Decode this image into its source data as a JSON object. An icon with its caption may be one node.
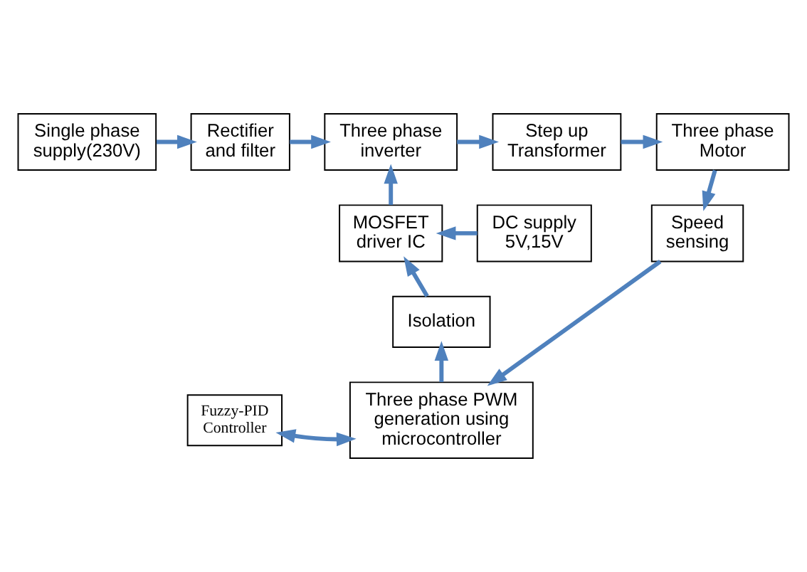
{
  "diagram": {
    "nodes": [
      {
        "text": [
          "Single phase supply(230V)"
        ]
      },
      {
        "text": [
          "Rectifier and filter"
        ]
      },
      {
        "text": [
          "Three phase inverter"
        ]
      },
      {
        "text": [
          "Step up Transformer"
        ]
      },
      {
        "text": [
          "Three phase Motor"
        ]
      },
      {
        "text": [
          "MOSFET driver IC"
        ]
      },
      {
        "text": [
          "Speed sensing"
        ]
      },
      {
        "text": [
          "Fuzzy-PID Controller"
        ]
      },
      {
        "text": [
          "DC supply 5V,15V"
        ]
      },
      {
        "text": [
          "Isolation"
        ]
      },
      {
        "text": [
          "Three phase PWM generation using microcontroller"
        ]
      }
    ],
    "edges": [
      {
        "from": 0,
        "to": 1,
        "arrow": "to"
      },
      {
        "from": 1,
        "to": 2,
        "arrow": "to"
      },
      {
        "from": 2,
        "to": 3,
        "arrow": "to"
      },
      {
        "from": 3,
        "to": 4,
        "arrow": "to"
      },
      {
        "from": 4,
        "to": 6,
        "arrow": "to"
      },
      {
        "from": 5,
        "to": 2,
        "arrow": "to"
      },
      {
        "from": 8,
        "to": 5,
        "arrow": "to"
      },
      {
        "from": 9,
        "to": 5,
        "arrow": "to"
      },
      {
        "from": 10,
        "to": 9,
        "arrow": "to"
      },
      {
        "from": 6,
        "to": 10,
        "arrow": "to"
      },
      {
        "from": 10,
        "to": 7,
        "arrow": "both"
      }
    ]
  }
}
